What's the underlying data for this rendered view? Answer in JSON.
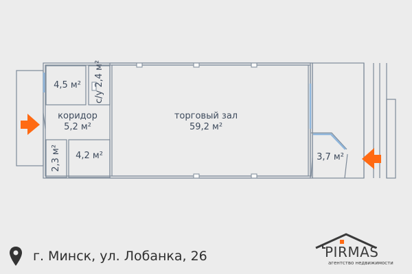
{
  "floor_plan": {
    "rooms": [
      {
        "id": "room-top-left",
        "area": "4,5 м²"
      },
      {
        "id": "bathroom",
        "name": "с/у",
        "area": "2,4 м²"
      },
      {
        "id": "corridor",
        "name": "коридор",
        "area": "5,2 м²"
      },
      {
        "id": "room-bottom-small",
        "area": "2,3 м²"
      },
      {
        "id": "room-bottom-left",
        "area": "4,2 м²"
      },
      {
        "id": "sales-hall",
        "name": "торговый зал",
        "area": "59,2 м²"
      },
      {
        "id": "vestibule",
        "area": "3,7 м²"
      }
    ],
    "entrances": [
      "left-entrance",
      "right-entrance"
    ],
    "colors": {
      "wall": "#7d8a99",
      "window": "#a9c8e6",
      "arrow": "#ff6a13",
      "text": "#3d4a5c"
    }
  },
  "address": "г. Минск, ул. Лобанка, 26",
  "logo": {
    "name": "PIRMAS",
    "subtitle": "агентство недвижимости"
  }
}
